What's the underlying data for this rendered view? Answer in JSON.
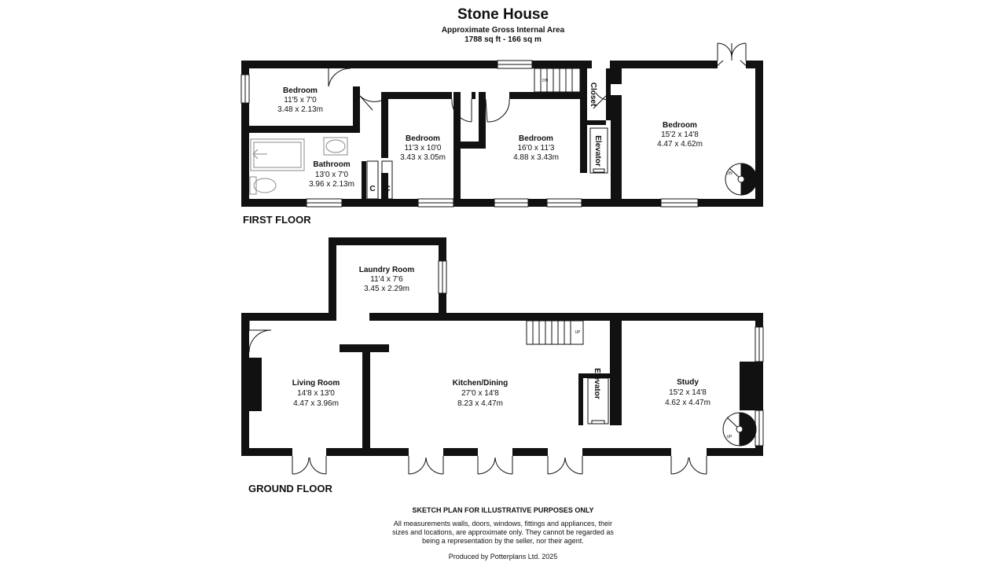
{
  "header": {
    "title": "Stone House",
    "subtitle": "Approximate Gross Internal Area",
    "area": "1788 sq ft - 166 sq m"
  },
  "first_floor": {
    "label": "FIRST FLOOR",
    "rooms": [
      {
        "name": "Bedroom",
        "imperial": "11'5 x 7'0",
        "metric": "3.48 x 2.13m"
      },
      {
        "name": "Bedroom",
        "imperial": "11'3 x 10'0",
        "metric": "3.43 x 3.05m"
      },
      {
        "name": "Bedroom",
        "imperial": "16'0 x 11'3",
        "metric": "4.88 x 3.43m"
      },
      {
        "name": "Bedroom",
        "imperial": "15'2 x 14'8",
        "metric": "4.47 x 4.62m"
      },
      {
        "name": "Bathroom",
        "imperial": "13'0 x 7'0",
        "metric": "3.96 x 2.13m"
      }
    ],
    "closet": "Closet",
    "elevator": "Elevator",
    "cupboard_1": "C",
    "cupboard_2": "C",
    "stair_down": "DN",
    "spiral_down": "DN"
  },
  "ground_floor": {
    "label": "GROUND FLOOR",
    "rooms": [
      {
        "name": "Laundry Room",
        "imperial": "11'4 x 7'6",
        "metric": "3.45 x 2.29m"
      },
      {
        "name": "Living Room",
        "imperial": "14'8 x 13'0",
        "metric": "4.47 x 3.96m"
      },
      {
        "name": "Kitchen/Dining",
        "imperial": "27'0 x 14'8",
        "metric": "8.23 x 4.47m"
      },
      {
        "name": "Study",
        "imperial": "15'2 x 14'8",
        "metric": "4.62 x 4.47m"
      }
    ],
    "elevator": "Elevator",
    "stair_up": "UP",
    "spiral_up": "UP"
  },
  "footer": {
    "disclaimer_title": "SKETCH PLAN FOR ILLUSTRATIVE PURPOSES ONLY",
    "disclaimer_line1": "All measurements walls, doors, windows, fittings and appliances, their",
    "disclaimer_line2": "sizes and locations, are approximate only. They cannot be regarded as",
    "disclaimer_line3": "being a representation by the seller, nor their agent.",
    "producer": "Produced by Potterplans Ltd. 2025"
  },
  "colors": {
    "wall": "#111111",
    "background": "#ffffff",
    "fixture": "#888888"
  }
}
